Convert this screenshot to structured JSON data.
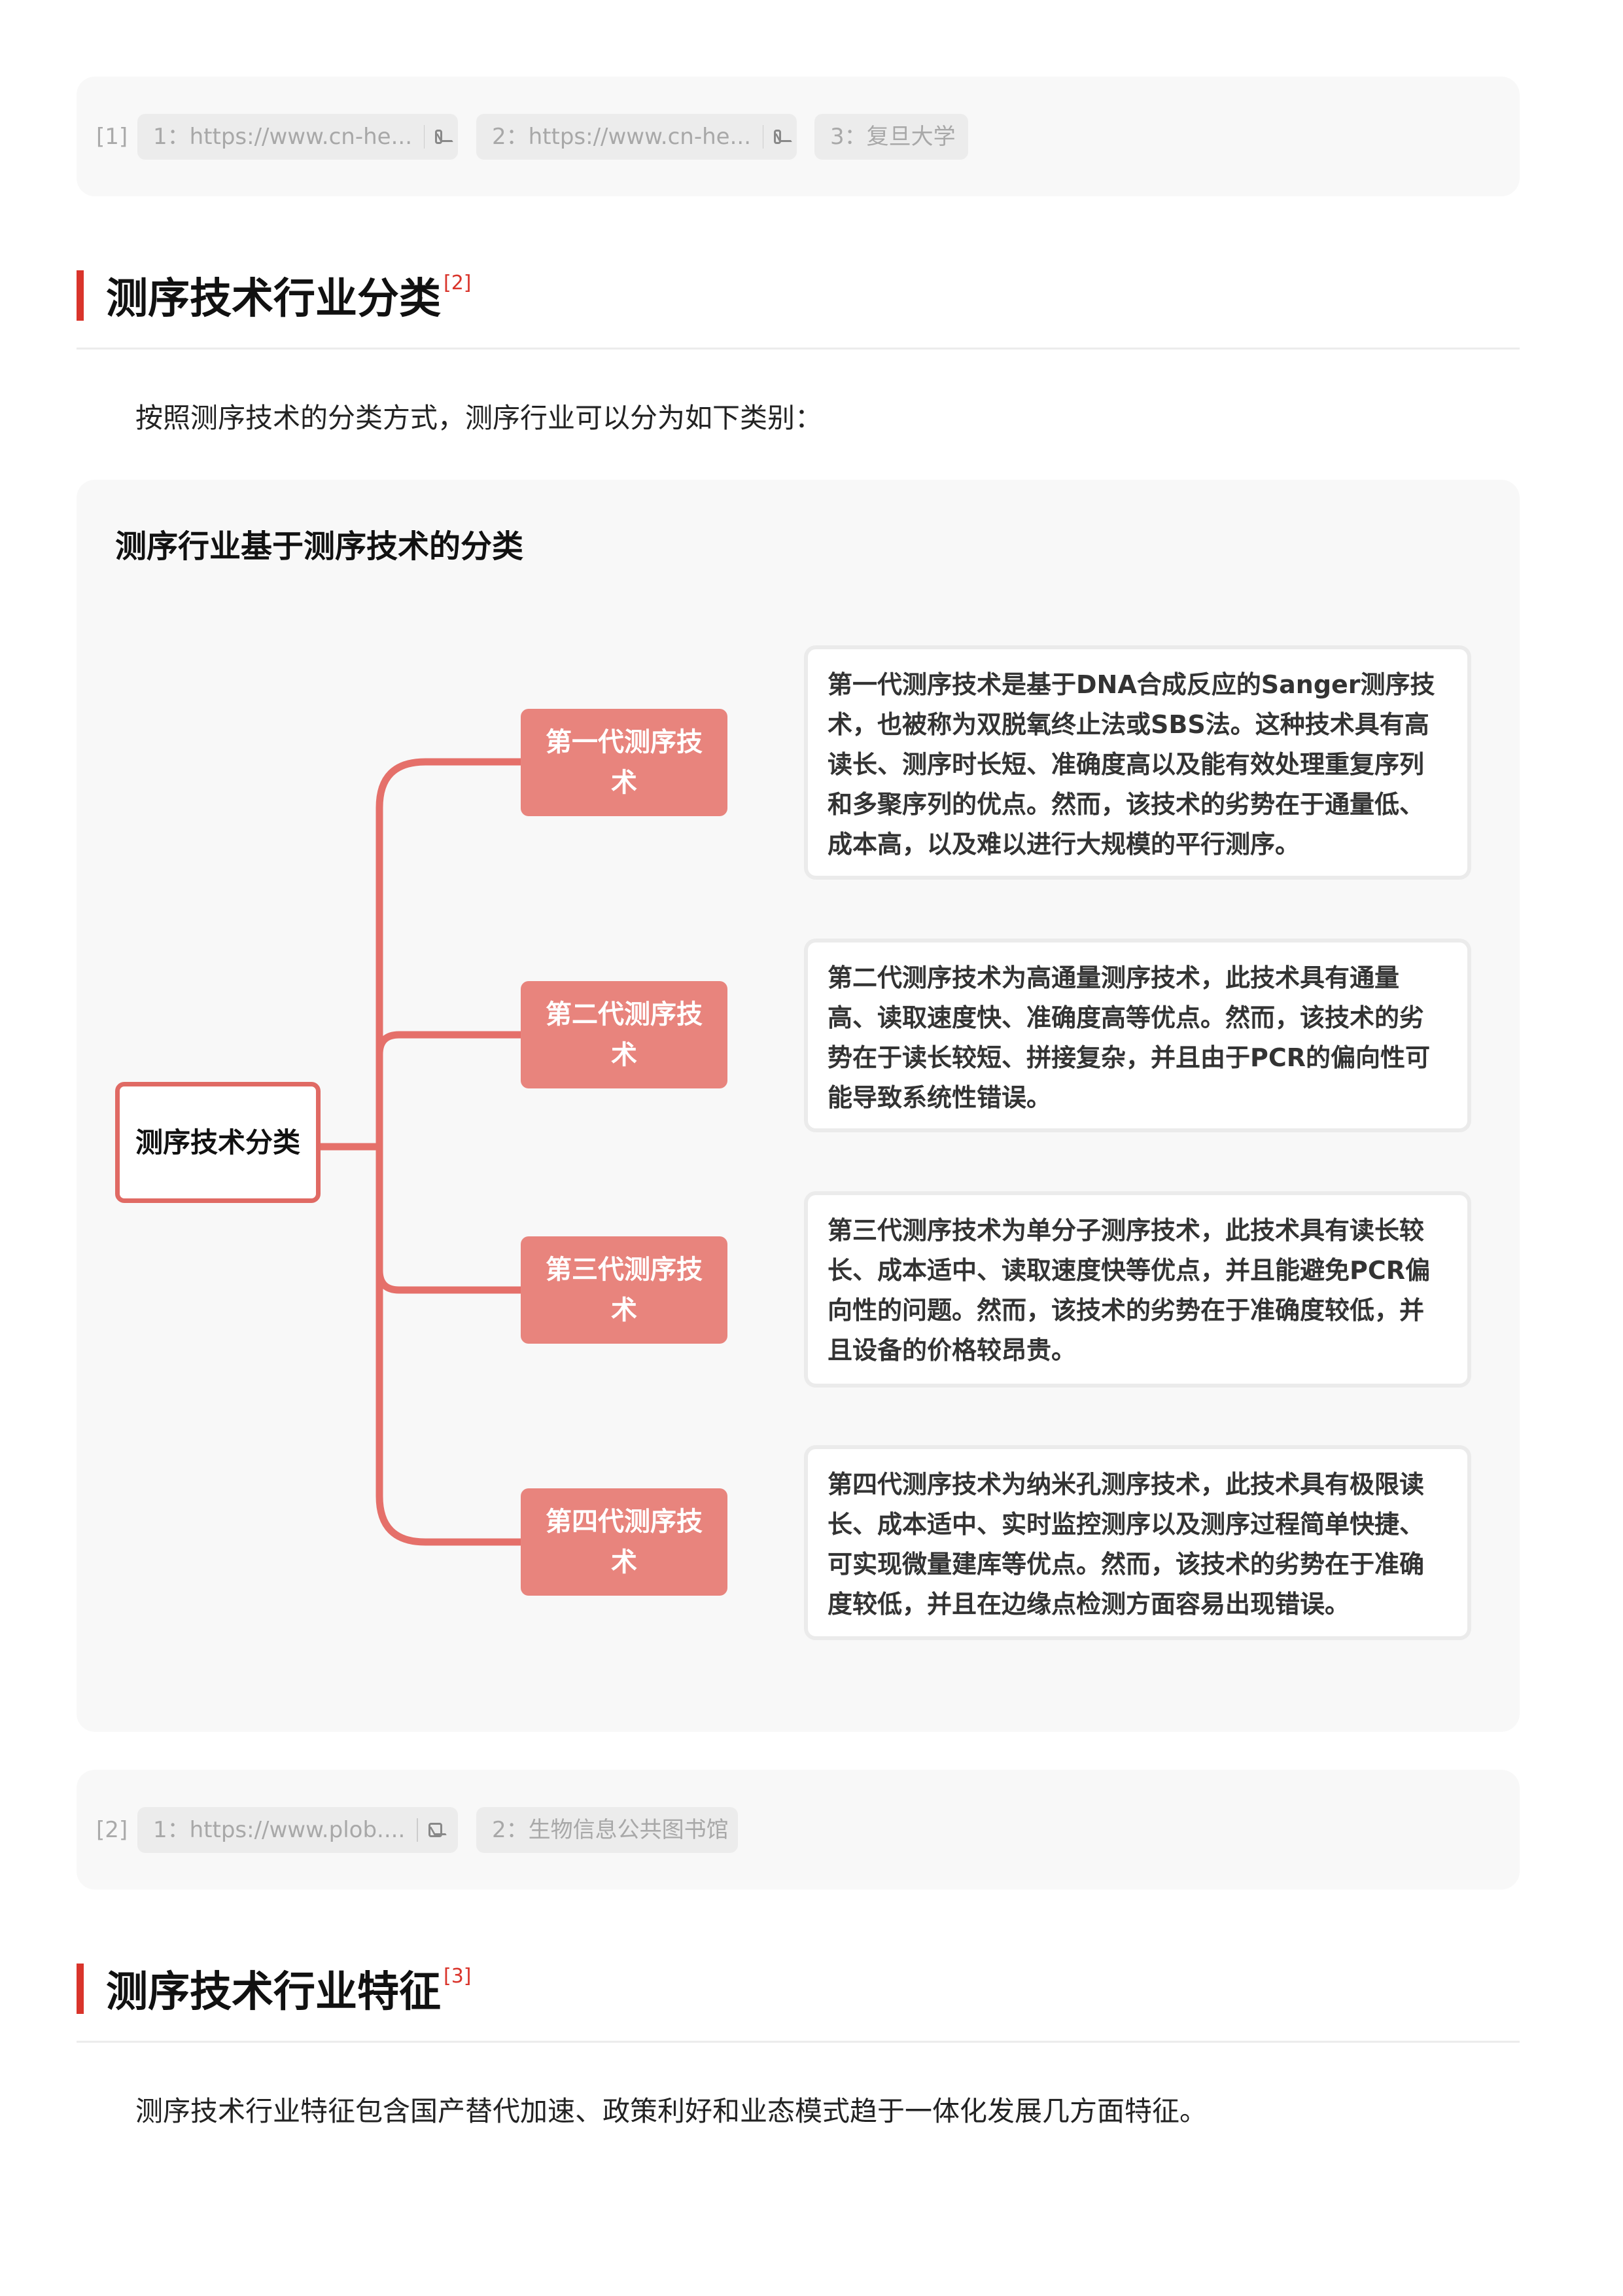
{
  "refs1": {
    "label": "[1]",
    "chips": [
      {
        "text": "1：https://www.cn-he...",
        "icon": "image-icon"
      },
      {
        "text": "2：https://www.cn-he...",
        "icon": "image-icon"
      },
      {
        "text": "3：复旦大学"
      }
    ]
  },
  "section1": {
    "title": "测序技术行业分类",
    "ref": "[2]",
    "intro": "按照测序技术的分类方式，测序行业可以分为如下类别："
  },
  "diagram": {
    "title": "测序行业基于测序技术的分类",
    "root": "测序技术分类",
    "accent": "#e06a64",
    "branches": [
      {
        "label": "第一代测序技术",
        "desc": "第一代测序技术是基于DNA合成反应的Sanger测序技术，也被称为双脱氧终止法或SBS法。这种技术具有高读长、测序时长短、准确度高以及能有效处理重复序列和多聚序列的优点。然而，该技术的劣势在于通量低、成本高，以及难以进行大规模的平行测序。"
      },
      {
        "label": "第二代测序技术",
        "desc": "第二代测序技术为高通量测序技术，此技术具有通量高、读取速度快、准确度高等优点。然而，该技术的劣势在于读长较短、拼接复杂，并且由于PCR的偏向性可能导致系统性错误。"
      },
      {
        "label": "第三代测序技术",
        "desc": "第三代测序技术为单分子测序技术，此技术具有读长较长、成本适中、读取速度快等优点，并且能避免PCR偏向性的问题。然而，该技术的劣势在于准确度较低，并且设备的价格较昂贵。"
      },
      {
        "label": "第四代测序技术",
        "desc": "第四代测序技术为纳米孔测序技术，此技术具有极限读长、成本适中、实时监控测序以及测序过程简单快捷、可实现微量建库等优点。然而，该技术的劣势在于准确度较低，并且在边缘点检测方面容易出现错误。"
      }
    ]
  },
  "refs2": {
    "label": "[2]",
    "chips": [
      {
        "text": "1：https://www.plob....",
        "icon": "image-icon"
      },
      {
        "text": "2：生物信息公共图书馆"
      }
    ]
  },
  "section2": {
    "title": "测序技术行业特征",
    "ref": "[3]",
    "intro": "测序技术行业特征包含国产替代加速、政策利好和业态模式趋于一体化发展几方面特征。"
  }
}
